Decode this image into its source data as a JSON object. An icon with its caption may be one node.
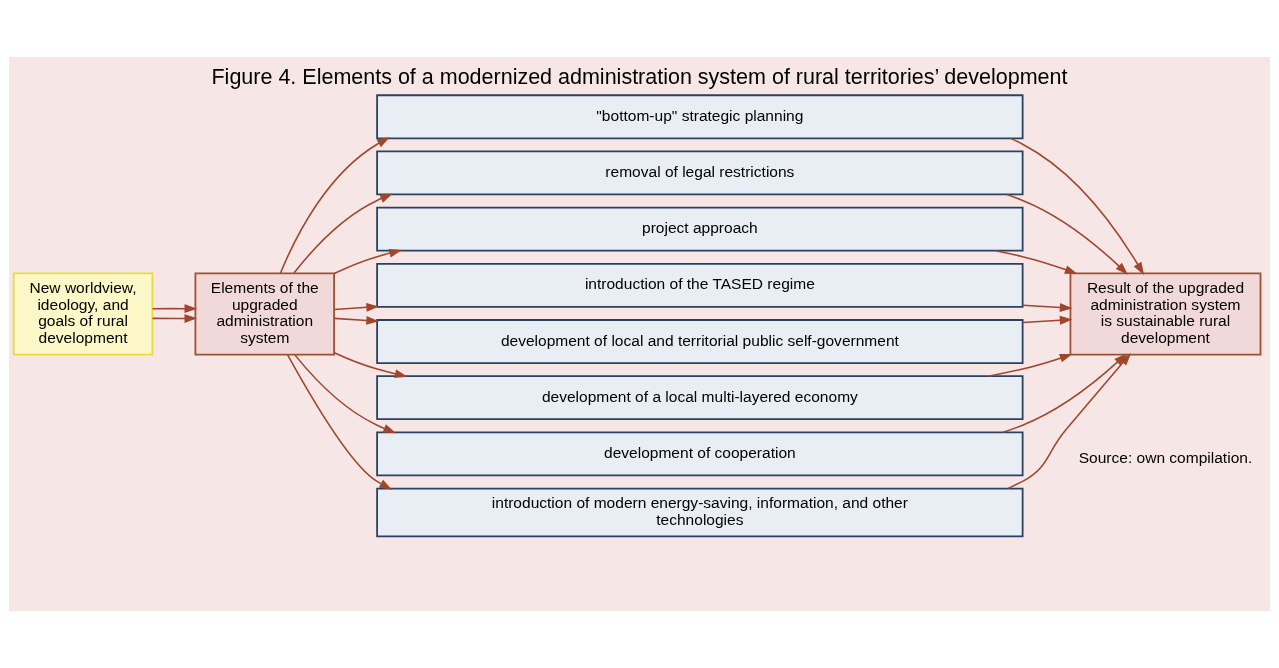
{
  "diagram": {
    "title": "Figure 4. Elements of a modernized administration system of rural territories’ development",
    "nodes": [
      {
        "text": [
          "New worldview, ideology, and goals of rural development"
        ]
      },
      {
        "text": [
          "Elements of the upgraded administration system"
        ]
      },
      {
        "text": [
          "\"bottom-up\" strategic planning"
        ]
      },
      {
        "text": [
          "removal of legal restrictions"
        ]
      },
      {
        "text": [
          "project approach"
        ]
      },
      {
        "text": [
          "introduction of the TASED regime"
        ]
      },
      {
        "text": [
          "development of local and territorial public self-government"
        ]
      },
      {
        "text": [
          "development of a local multi-layered economy"
        ]
      },
      {
        "text": [
          "development of cooperation"
        ]
      },
      {
        "text": [
          "introduction of modern energy-saving, information, and other technologies"
        ]
      },
      {
        "text": [
          "Result of the upgraded administration system is sustainable rural development"
        ]
      }
    ],
    "edges": [
      {
        "from": 0,
        "to": 1,
        "arrow": "to"
      },
      {
        "from": 0,
        "to": 1,
        "arrow": "to"
      },
      {
        "from": 1,
        "to": 2,
        "arrow": "to"
      },
      {
        "from": 1,
        "to": 3,
        "arrow": "to"
      },
      {
        "from": 1,
        "to": 4,
        "arrow": "to"
      },
      {
        "from": 1,
        "to": 5,
        "arrow": "to"
      },
      {
        "from": 1,
        "to": 6,
        "arrow": "to"
      },
      {
        "from": 1,
        "to": 7,
        "arrow": "to"
      },
      {
        "from": 1,
        "to": 8,
        "arrow": "to"
      },
      {
        "from": 1,
        "to": 9,
        "arrow": "to"
      },
      {
        "from": 2,
        "to": 10,
        "arrow": "to"
      },
      {
        "from": 3,
        "to": 10,
        "arrow": "to"
      },
      {
        "from": 4,
        "to": 10,
        "arrow": "to"
      },
      {
        "from": 5,
        "to": 10,
        "arrow": "to"
      },
      {
        "from": 6,
        "to": 10,
        "arrow": "to"
      },
      {
        "from": 7,
        "to": 10,
        "arrow": "to"
      },
      {
        "from": 8,
        "to": 10,
        "arrow": "to"
      },
      {
        "from": 9,
        "to": 10,
        "arrow": "to"
      }
    ],
    "labels": [
      "Source: own compilation."
    ]
  }
}
